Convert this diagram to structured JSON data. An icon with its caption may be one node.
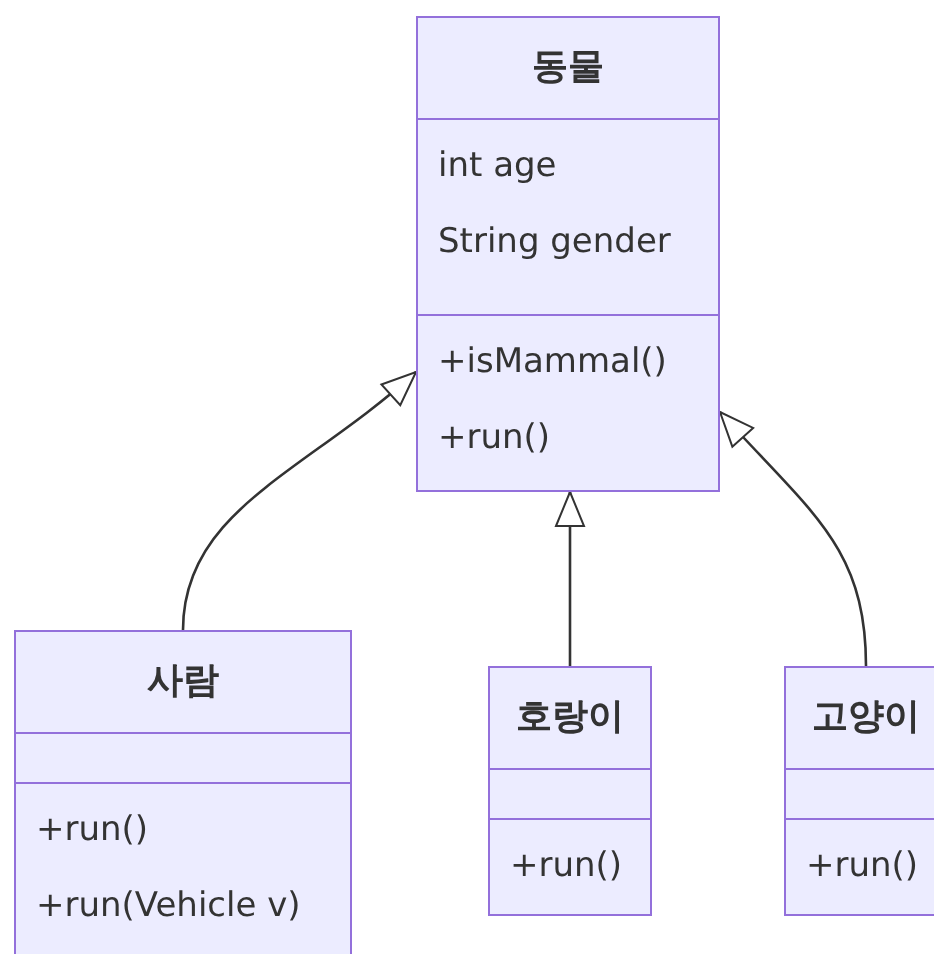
{
  "diagram": {
    "nodes": [
      {
        "text": [
          "동물",
          "int age",
          "String gender",
          "+isMammal()",
          "+run()"
        ]
      },
      {
        "text": [
          "사람",
          "+run()",
          "+run(Vehicle v)"
        ]
      },
      {
        "text": [
          "호랑이",
          "+run()"
        ]
      },
      {
        "text": [
          "고양이",
          "+run()"
        ]
      }
    ],
    "edges": [
      {
        "from": 1,
        "to": 0,
        "arrow": "to"
      },
      {
        "from": 2,
        "to": 0,
        "arrow": "to"
      },
      {
        "from": 3,
        "to": 0,
        "arrow": "to"
      }
    ]
  }
}
